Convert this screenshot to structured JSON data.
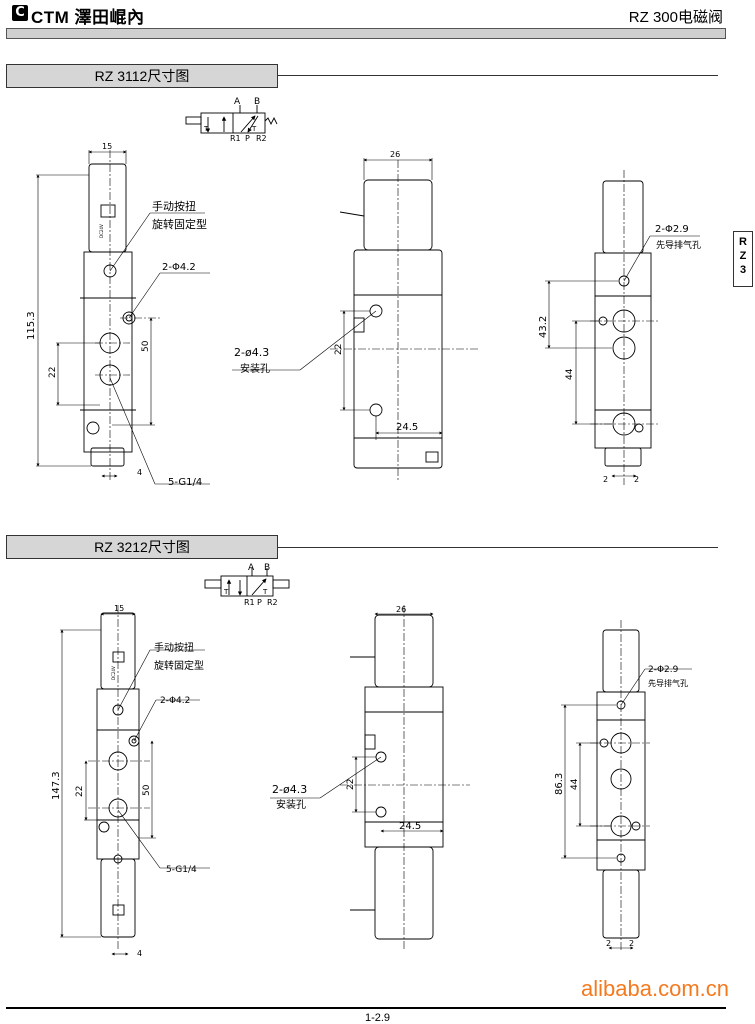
{
  "header": {
    "logo_glyph": "C",
    "brand": "CTM 澤田崐內",
    "title": "RZ 300电磁阀"
  },
  "side_tab": [
    "R",
    "Z",
    "3"
  ],
  "sections": [
    {
      "title": "RZ 3112尺寸图"
    },
    {
      "title": "RZ 3212尺寸图"
    }
  ],
  "symbol": {
    "a": "A",
    "b": "B",
    "r1": "R1",
    "p": "P",
    "r2": "R2",
    "t": "T"
  },
  "diagram1": {
    "dim_15": "15",
    "dim_26": "26",
    "dim_115": "115.3",
    "dim_22": "22",
    "dim_50": "50",
    "dim_4": "4",
    "dim_43": "43.2",
    "dim_44": "44",
    "dim_2a": "2",
    "dim_2b": "2",
    "dim_245": "24.5",
    "dim_22m": "22",
    "manual": "手动按扭",
    "rotary": "旋转固定型",
    "hole42": "2-Φ4.2",
    "g14": "5-G1/4",
    "mount": "2-ø4.3",
    "mount_label": "安装孔",
    "hole29": "2-Φ2.9",
    "pilot": "先导排气孔",
    "dc24": "DC24V"
  },
  "diagram2": {
    "dim_15": "15",
    "dim_26": "26",
    "dim_147": "147.3",
    "dim_22": "22",
    "dim_50": "50",
    "dim_4": "4",
    "dim_86": "86.3",
    "dim_44": "44",
    "dim_2a": "2",
    "dim_2b": "2",
    "dim_245": "24.5",
    "dim_22m": "22",
    "manual": "手动按扭",
    "rotary": "旋转固定型",
    "hole42": "2-Φ4.2",
    "g14": "5-G1/4",
    "mount": "2-ø4.3",
    "mount_label": "安装孔",
    "hole29": "2-Φ2.9",
    "pilot": "先导排气孔",
    "dc24": "DC24V"
  },
  "footer": {
    "page": "1-2.9",
    "watermark": "alibaba.com.cn"
  }
}
